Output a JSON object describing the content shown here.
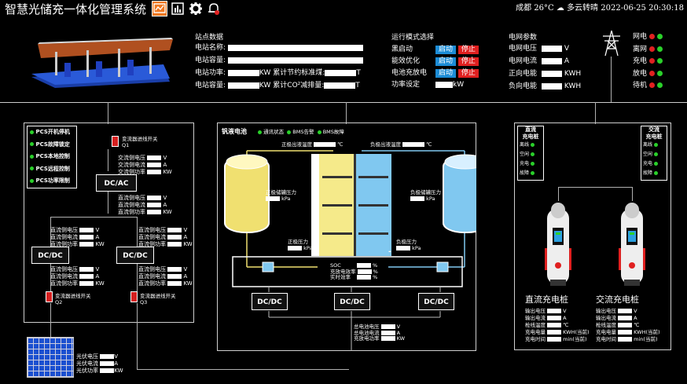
{
  "header": {
    "title": "智慧光储充一体化管理系统",
    "city": "成都",
    "temp": "26°C",
    "weather": "多云转晴",
    "datetime": "2022-06-25 20:30:18"
  },
  "station": {
    "heading": "站点数据",
    "name_label": "电站名称:",
    "capacity_label": "电站容量:",
    "power_label": "电站功率:",
    "capacity2_label": "电站容量:",
    "kw": "KW",
    "coal_label": "累计节约标准煤:",
    "co2_label": "累计CO²减排量:",
    "t": "T"
  },
  "modes": {
    "heading": "运行模式选择",
    "items": [
      {
        "label": "黑启动",
        "start": "启动",
        "stop": "停止"
      },
      {
        "label": "能效优化",
        "start": "启动",
        "stop": "停止"
      },
      {
        "label": "电池充放电",
        "start": "启动",
        "stop": "停止"
      }
    ],
    "power_set_label": "功率设定",
    "kw": "kW"
  },
  "grid": {
    "heading": "电网参数",
    "voltage_label": "电网电压",
    "voltage_unit": "V",
    "current_label": "电网电流",
    "current_unit": "A",
    "forward_label": "正向电能",
    "forward_unit": "KWH",
    "reverse_label": "负向电能",
    "reverse_unit": "KWH"
  },
  "grid_status": [
    {
      "label": "网电"
    },
    {
      "label": "离网"
    },
    {
      "label": "充电"
    },
    {
      "label": "放电"
    },
    {
      "label": "待机"
    }
  ],
  "pcs": {
    "items": [
      "PCS开机停机",
      "PCS故障锁定",
      "PCS本地控制",
      "PCS远程控制",
      "PCS功率限制"
    ],
    "sw1": "变流器进线开关\nQ1",
    "q2": "变流器进线开关\nQ2",
    "q3": "变流器进线开关\nQ3",
    "ac_rows": [
      "交流侧电压",
      "交流侧电流",
      "交流侧功率"
    ],
    "dc_rows": [
      "直流侧电压",
      "直流侧电流",
      "直流侧功率"
    ],
    "dcac": "DC/AC",
    "dcdc": "DC/DC",
    "pv_rows": [
      "光伏电压",
      "光伏电流",
      "光伏功率"
    ]
  },
  "units": {
    "v": "V",
    "a": "A",
    "kw": "KW",
    "kpa": "kPa",
    "c": "℃",
    "pct": "%"
  },
  "battery": {
    "title": "钒液电池",
    "legend": [
      "通讯状态",
      "BMS告警",
      "BMS故障"
    ],
    "pos_temp": "正极出液温度",
    "neg_temp": "负极出液温度",
    "pos_tank": "正极储罐压力",
    "neg_tank": "负极储罐压力",
    "pos_p": "正极压力",
    "neg_p": "负极压力",
    "soc": "SOC",
    "eff1": "充放电效率",
    "eff2": "实时效率",
    "plus": "+",
    "minus": "-",
    "dcdc": "DC/DC",
    "bus": [
      "总电池电压",
      "总电池电流",
      "充放电功率"
    ]
  },
  "dcpile": {
    "title": "直流\n充电桩",
    "status": [
      "离线",
      "空闲",
      "充电",
      "故障"
    ],
    "name": "直流充电桩"
  },
  "acpile": {
    "title": "交流\n充电桩",
    "status": [
      "离线",
      "空闲",
      "充电",
      "故障"
    ],
    "name": "交流充电桩"
  },
  "pile_rows": [
    "输出电压",
    "输出电流",
    "枪线温度",
    "充电电量",
    "充电时间"
  ],
  "pile_units": [
    "V",
    "A",
    "℃",
    "KWH(当前)",
    "min(当前)"
  ]
}
